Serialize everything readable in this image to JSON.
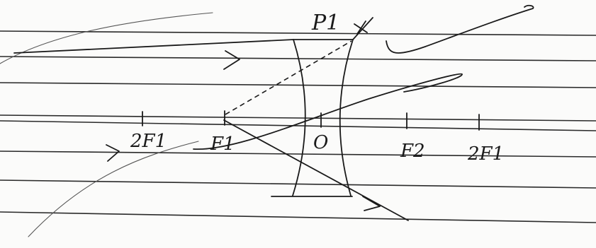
{
  "labels": {
    "point_p1": "P1",
    "focus_left": "F1",
    "twice_focus_left": "2F1",
    "optical_centre": "O",
    "focus_right": "F2",
    "twice_focus_right": "2F1"
  },
  "colors": {
    "ink": "#1a1a1a",
    "paper": "#fbfbfa",
    "ruled_line": "#2a2a2a"
  }
}
